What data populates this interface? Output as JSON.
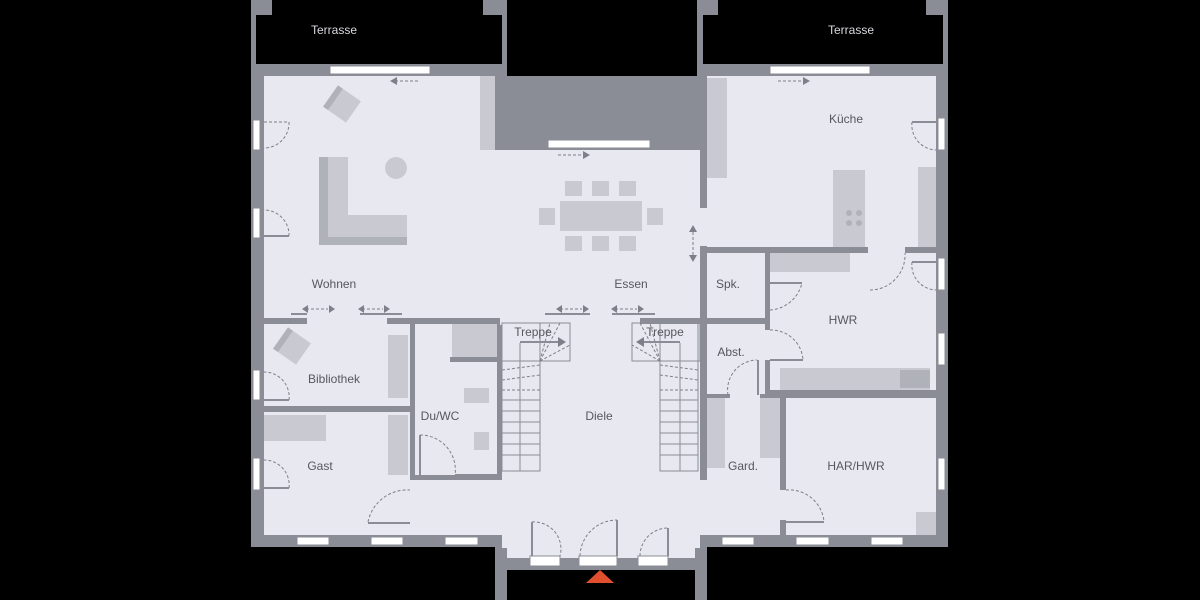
{
  "plan": {
    "rooms": {
      "terrace_left": "Terrasse",
      "terrace_right": "Terrasse",
      "living": "Wohnen",
      "dining": "Essen",
      "kitchen": "Küche",
      "pantry": "Spk.",
      "utility": "HWR",
      "stairs_left": "Treppe",
      "stairs_right": "Treppe",
      "storage": "Abst.",
      "library": "Bibliothek",
      "bathroom": "Du/WC",
      "hall": "Diele",
      "wardrobe": "Gard.",
      "guest": "Gast",
      "utility_2": "HAR/HWR"
    },
    "colors": {
      "background": "#000000",
      "wall": "#8a8d96",
      "floor": "#e8e9f0",
      "furniture": "#c9cad1",
      "entrance_marker": "#e0502e"
    },
    "icons": {
      "entrance": "entrance-arrow-icon"
    }
  }
}
